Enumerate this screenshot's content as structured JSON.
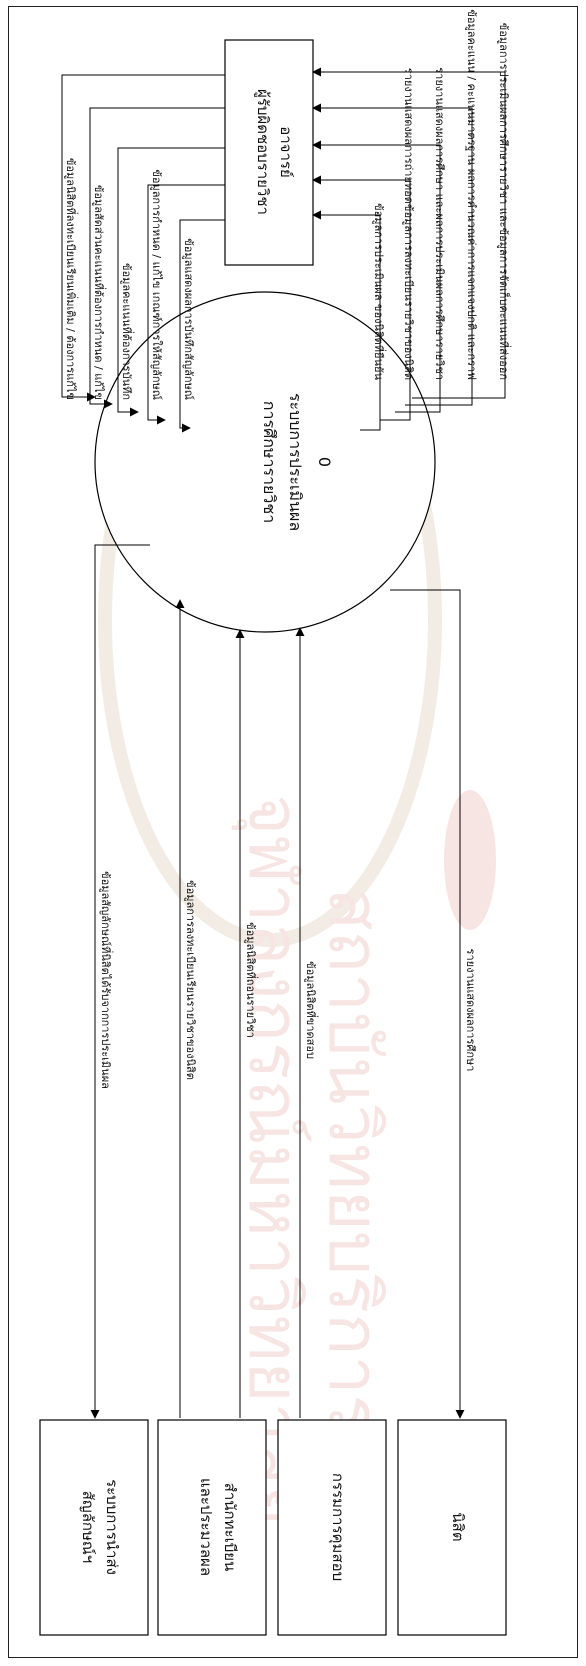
{
  "diagram": {
    "type": "context-dfd",
    "process": {
      "number": "0",
      "name_line1": "ระบบการประเมินผล",
      "name_line2": "การศึกษารายวิชา"
    },
    "entities": {
      "instructor_line1": "อาจารย์",
      "instructor_line2": "ผู้รับผิดชอบรายวิชา",
      "symbol_system_line1": "ระบบการนำส่ง",
      "symbol_system_line2": "สัญลักษณ์ฯ",
      "registrar_line1": "สำนักทะเบียน",
      "registrar_line2": "และประมวลผล",
      "exam_committee": "กรรมการคุมสอบ",
      "student": "นิสิต"
    },
    "flows_instructor_to_process": [
      "ข้อมูลนิสิตที่ลงทะเบียนเรียนเพิ่มเติม / ต้องการแก้ไข",
      "ข้อมูลสัดส่วนคะแนนที่ต้องการกำหนด / แก้ไข",
      "ข้อมูลคะแนนที่ต้องการบันทึก",
      "ข้อมูลการกำหนด / แก้ไข เกณฑ์การให้สัญลักษณ์",
      "ข้อมูลแสดงผลการบันทึกสัญลักษณ์"
    ],
    "flows_process_to_instructor": [
      "ข้อมูลการประเมินผล ของนิสิตที่ยืนยัน",
      "รายงานแสดงผลการถ่ายทอดข้อมูลการลงทะเบียนรายวิชาของนิสิต",
      "รายงานแสดงผลการศึกษา และผลการประเมินผลการศึกษารายวิชา",
      "ข้อมูลคะแนน / คะแนนมาตรฐาน ผลการคำนวณค่าการแจกแจงปกติ และกราฟ",
      "ข้อมูลการประเมินผลการศึกษารายวิชา และข้อมูลการจัดเก็บคะแนนที่ส่งออก"
    ],
    "flow_to_symbol_system": "ข้อมูลสัญลักษณ์ที่นิสิตได้รับจากการประเมินผล",
    "flow_registrar_enrollment": "ข้อมูลการลงทะเบียนเรียนรายวิชาของนิสิต",
    "flow_registrar_students": "ข้อมูลนิสิตที่ถอนรายวิชา",
    "flow_exam_committee": "ข้อมูลนิสิตที่ขาดสอบ",
    "flow_to_student": "รายงานแสดงผลการศึกษา",
    "watermark_line1": "สถาบันวิทยบริการ",
    "watermark_line2": "จุฬาลงกรณ์มหาวิทยาลัย"
  }
}
